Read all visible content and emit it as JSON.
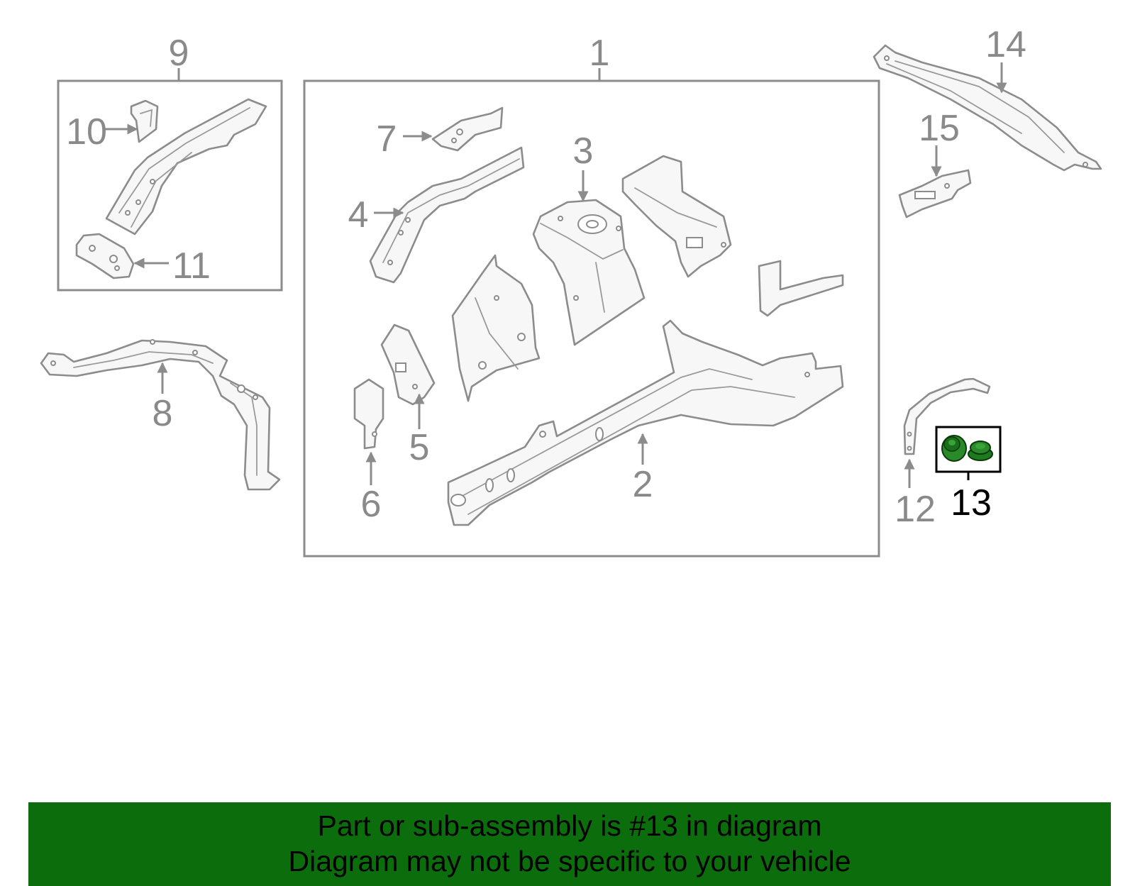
{
  "callouts": {
    "c1": "1",
    "c2": "2",
    "c3": "3",
    "c4": "4",
    "c5": "5",
    "c6": "6",
    "c7": "7",
    "c8": "8",
    "c9": "9",
    "c10": "10",
    "c11": "11",
    "c12": "12",
    "c13": "13",
    "c14": "14",
    "c15": "15"
  },
  "highlighted_part": "13",
  "colors": {
    "line": "#8c8c8c",
    "part_fill": "#f7f7f7",
    "group_box_fill": "#f8f8f8",
    "highlight_part": "#1f8a1f",
    "banner": "#0b6d0b",
    "banner_text": "#000000"
  },
  "banner": {
    "line1": "Part or sub-assembly is #13 in diagram",
    "line2": "Diagram may not be specific to your vehicle"
  }
}
